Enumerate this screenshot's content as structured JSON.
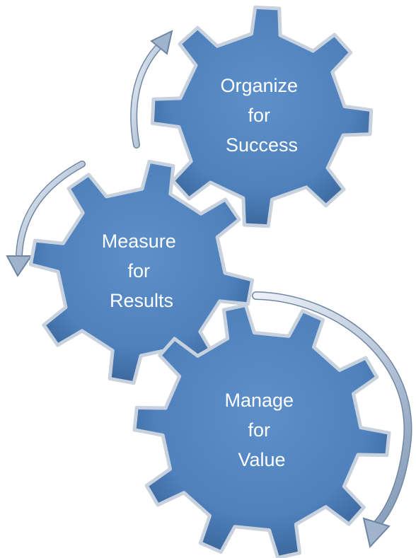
{
  "gears": [
    {
      "id": "organize",
      "lines": [
        "Organize",
        "for",
        "Success"
      ]
    },
    {
      "id": "measure",
      "lines": [
        "Measure",
        "for",
        "Results"
      ]
    },
    {
      "id": "manage",
      "lines": [
        "Manage",
        "for",
        "Value"
      ]
    }
  ],
  "colors": {
    "gear_fill": "#4f81bd",
    "gear_dark": "#3a6598",
    "gear_edge": "#c7d2de",
    "arrow_light": "#dfe7f2",
    "arrow_dark": "#7f97b4",
    "label": "#ffffff"
  }
}
